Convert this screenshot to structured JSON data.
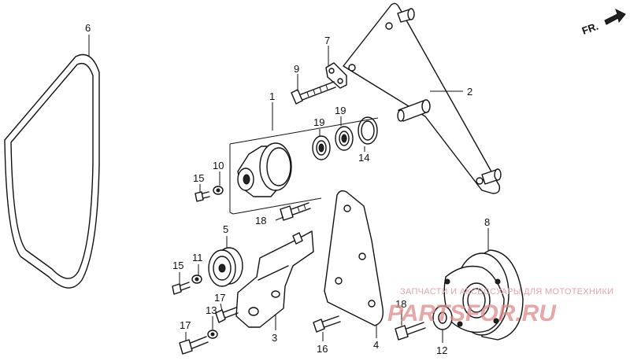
{
  "orientation": {
    "label": "FR.",
    "arrow_icon": "arrow-right-icon"
  },
  "callouts": [
    {
      "id": "c1",
      "label": "1"
    },
    {
      "id": "c2",
      "label": "2"
    },
    {
      "id": "c3",
      "label": "3"
    },
    {
      "id": "c4",
      "label": "4"
    },
    {
      "id": "c5",
      "label": "5"
    },
    {
      "id": "c6",
      "label": "6"
    },
    {
      "id": "c7",
      "label": "7"
    },
    {
      "id": "c8",
      "label": "8"
    },
    {
      "id": "c9",
      "label": "9"
    },
    {
      "id": "c10",
      "label": "10"
    },
    {
      "id": "c11",
      "label": "11"
    },
    {
      "id": "c12",
      "label": "12"
    },
    {
      "id": "c13",
      "label": "13"
    },
    {
      "id": "c14",
      "label": "14"
    },
    {
      "id": "c15a",
      "label": "15"
    },
    {
      "id": "c15b",
      "label": "15"
    },
    {
      "id": "c16",
      "label": "16"
    },
    {
      "id": "c17a",
      "label": "17"
    },
    {
      "id": "c17b",
      "label": "17"
    },
    {
      "id": "c18a",
      "label": "18"
    },
    {
      "id": "c18b",
      "label": "18"
    },
    {
      "id": "c19a",
      "label": "19"
    },
    {
      "id": "c19b",
      "label": "19"
    }
  ],
  "watermark": {
    "tagline": "ЗАПЧАСТИ И АКСЕССУАРЫ ДЛЯ МОТОТЕХНИКИ",
    "brand": "PARTSFOR.RU"
  }
}
